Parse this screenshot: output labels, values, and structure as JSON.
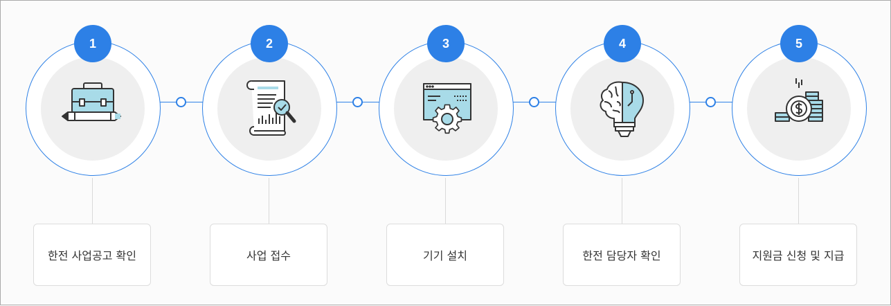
{
  "steps": [
    {
      "number": "1",
      "label": "한전 사업공고 확인",
      "icon": "briefcase-pencil-icon"
    },
    {
      "number": "2",
      "label": "사업 접수",
      "icon": "document-magnifier-icon"
    },
    {
      "number": "3",
      "label": "기기 설치",
      "icon": "browser-gear-icon"
    },
    {
      "number": "4",
      "label": "한전 담당자 확인",
      "icon": "brain-lightbulb-icon"
    },
    {
      "number": "5",
      "label": "지원금 신청 및 지급",
      "icon": "coins-dollar-icon"
    }
  ],
  "colors": {
    "accent": "#2d80e6",
    "icon_fill": "#a8dbe8",
    "icon_stroke": "#333333",
    "circle_bg": "#efefef"
  }
}
